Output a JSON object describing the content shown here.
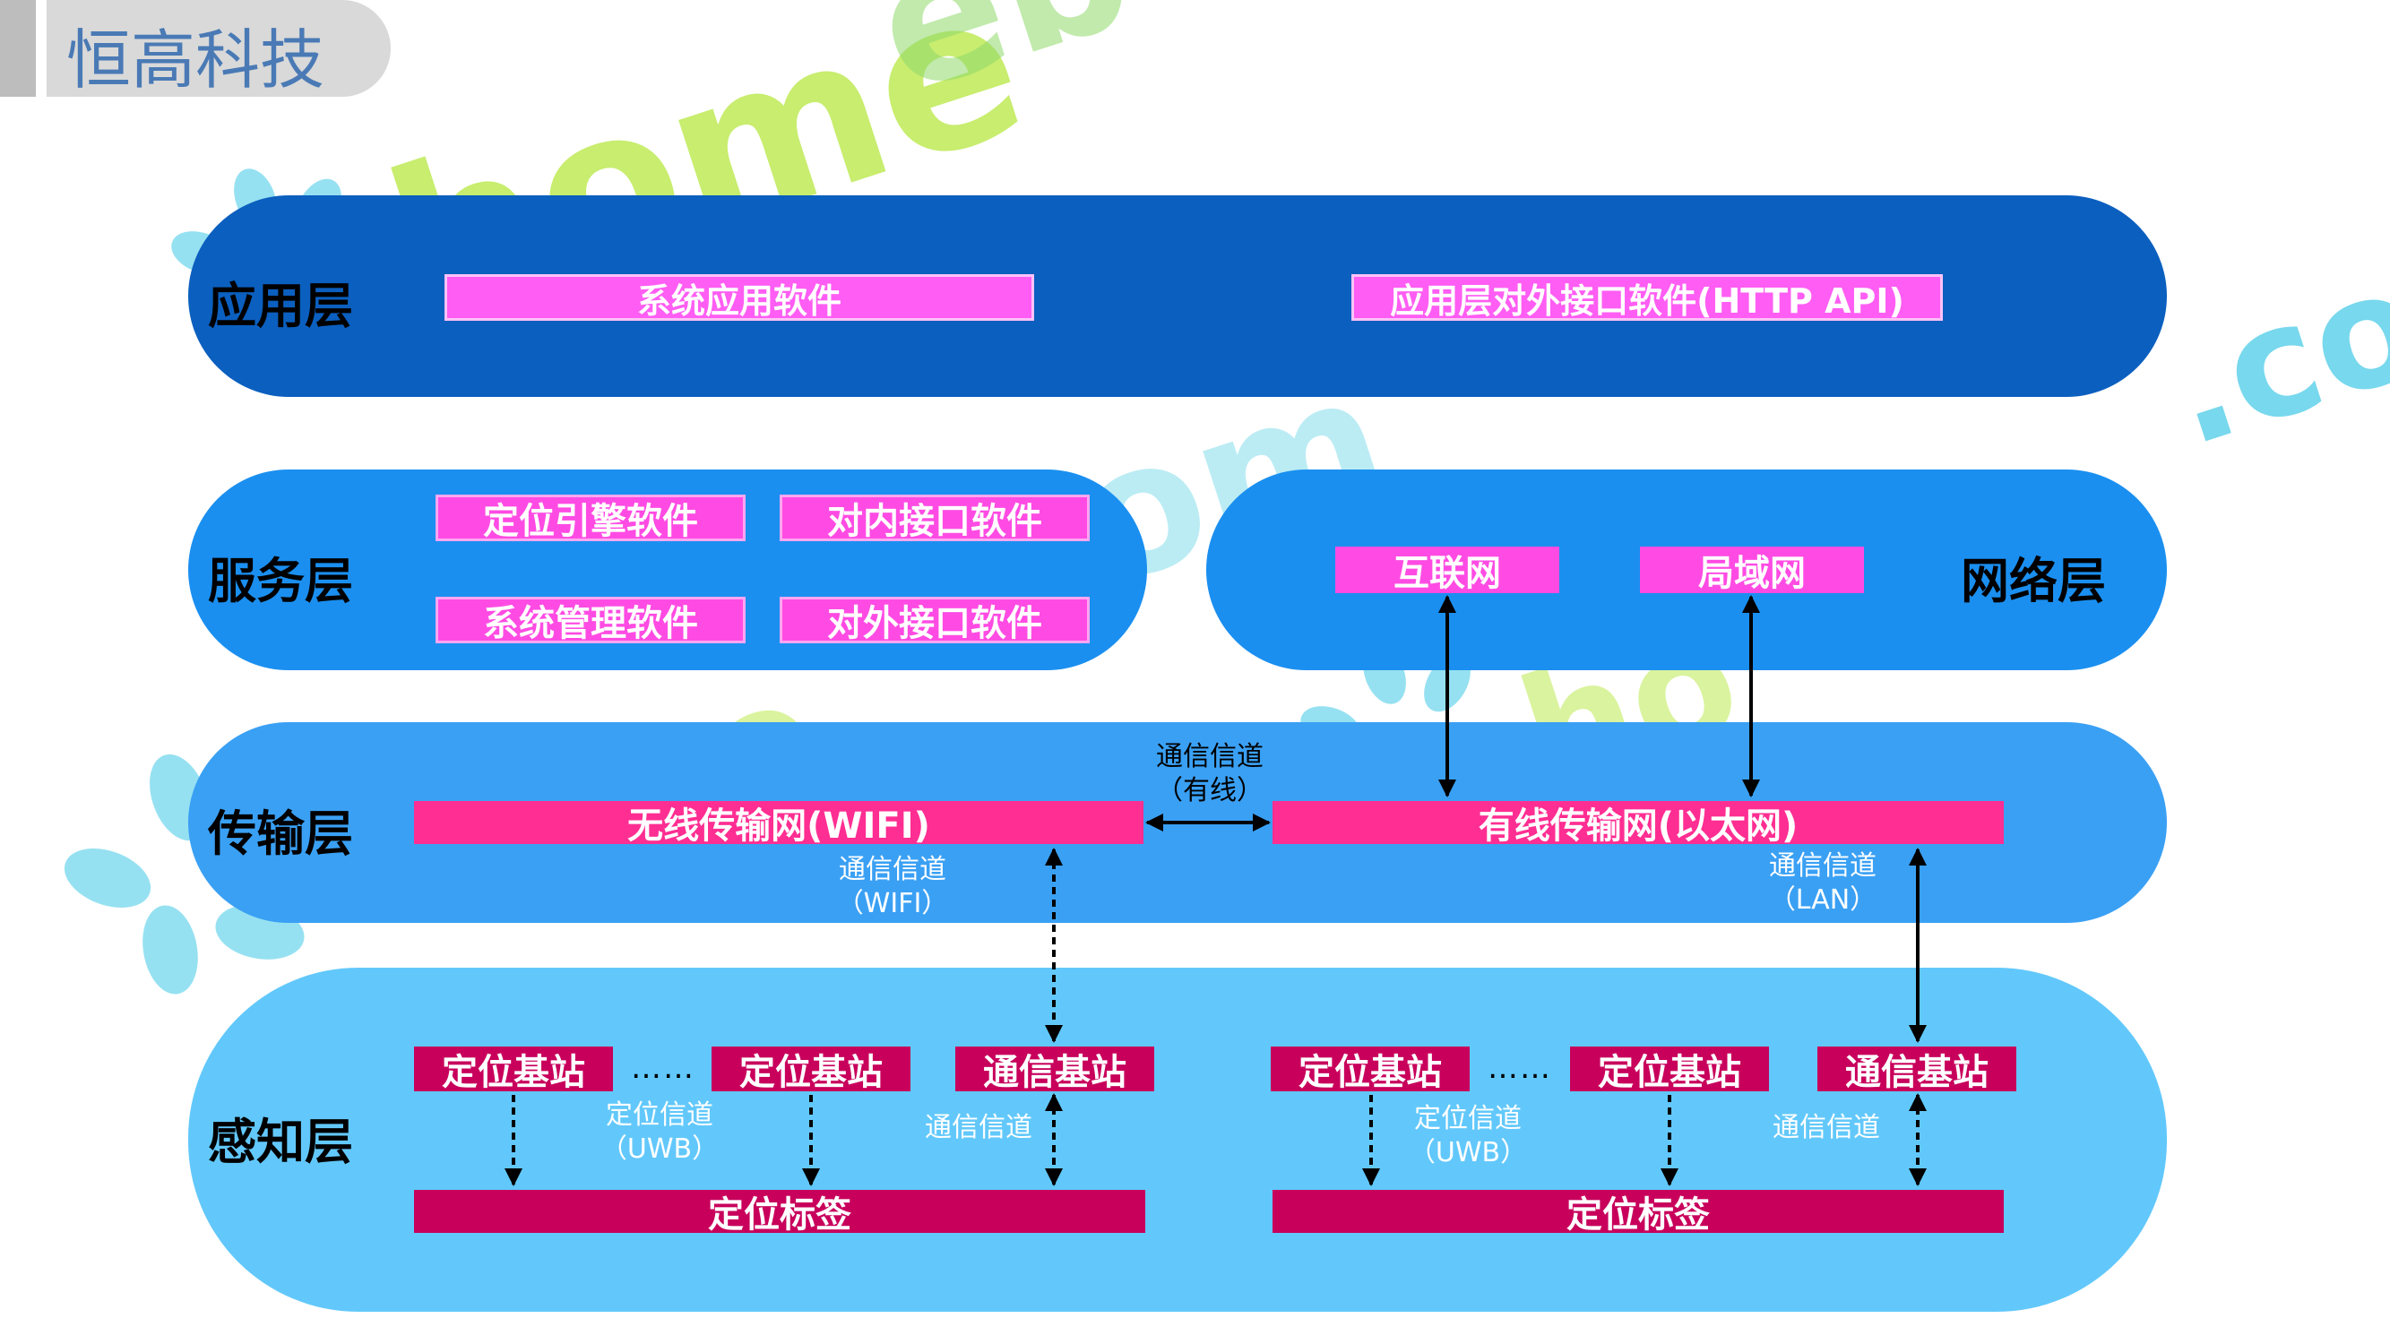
{
  "header": {
    "title": "恒高科技"
  },
  "watermark": {
    "parts": [
      "home",
      "eb",
      "om",
      "ho",
      "me",
      ".co"
    ]
  },
  "layers": {
    "application": {
      "label": "应用层",
      "boxes": [
        "系统应用软件",
        "应用层对外接口软件(HTTP API)"
      ]
    },
    "service": {
      "label": "服务层",
      "boxes": [
        "定位引擎软件",
        "对内接口软件",
        "系统管理软件",
        "对外接口软件"
      ]
    },
    "network": {
      "label": "网络层",
      "boxes": [
        "互联网",
        "局域网"
      ]
    },
    "transport": {
      "label": "传输层",
      "wifi_net": "无线传输网(WIFI)",
      "wired_net": "有线传输网(以太网)",
      "channel_wired_1": "通信信道",
      "channel_wired_2": "（有线）",
      "channel_wifi_1": "通信信道",
      "channel_wifi_2": "（WIFI）",
      "channel_lan_1": "通信信道",
      "channel_lan_2": "（LAN）"
    },
    "perception": {
      "label": "感知层",
      "left": {
        "anchor_a": "定位基站",
        "dots": "……",
        "anchor_b": "定位基站",
        "comm_station": "通信基站",
        "uwb_1": "定位信道",
        "uwb_2": "（UWB）",
        "comm_channel": "通信信道",
        "tag": "定位标签"
      },
      "right": {
        "anchor_a": "定位基站",
        "dots": "……",
        "anchor_b": "定位基站",
        "comm_station": "通信基站",
        "uwb_1": "定位信道",
        "uwb_2": "（UWB）",
        "comm_channel": "通信信道",
        "tag": "定位标签"
      }
    }
  },
  "colors": {
    "app_layer": "#0b5fbf",
    "service_layer": "#1a8ff0",
    "transport_layer": "#3aa0f4",
    "perception_layer": "#62c8fb",
    "pink_box": "#ff4be3",
    "trans_box": "#ff2e92",
    "sense_box": "#c8005c"
  }
}
